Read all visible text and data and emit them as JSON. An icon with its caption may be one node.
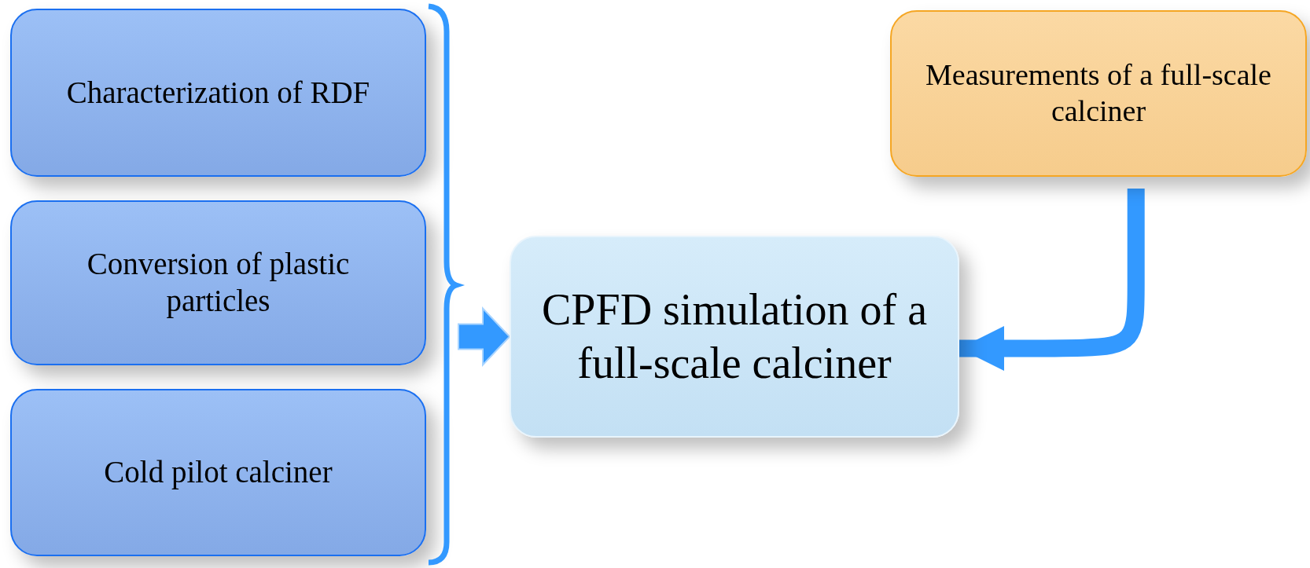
{
  "diagram": {
    "nodes": [
      {
        "text": [
          "Characterization of RDF"
        ]
      },
      {
        "text": [
          "Conversion of plastic particles"
        ]
      },
      {
        "text": [
          "Cold pilot calciner"
        ]
      },
      {
        "text": [
          "CPFD simulation of a full-scale calciner"
        ]
      },
      {
        "text": [
          "Measurements of a full-scale calciner"
        ]
      },
      {
        "text": [],
        "shape": "bracket"
      }
    ],
    "edges": [
      {
        "from": 5,
        "to": 3,
        "arrow": "to"
      },
      {
        "from": 4,
        "to": 3,
        "arrow": "to"
      }
    ]
  }
}
